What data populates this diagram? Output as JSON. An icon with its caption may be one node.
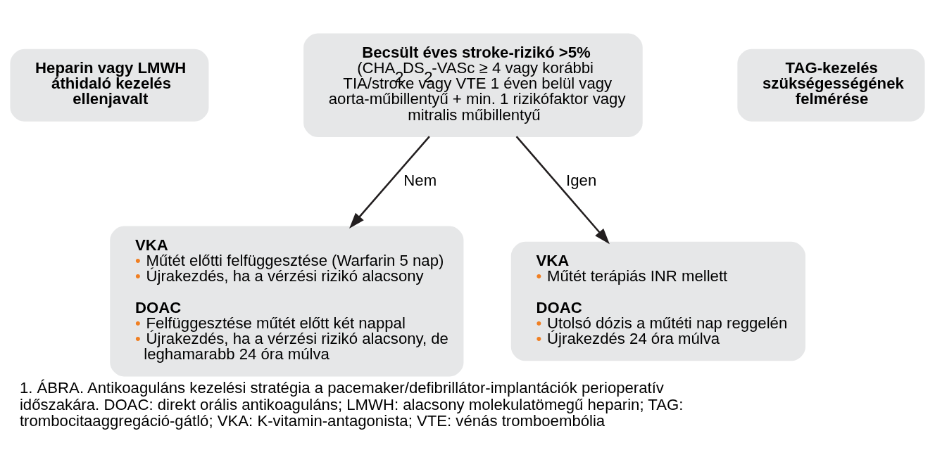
{
  "diagram": {
    "caption": "1. ÁBRA. Antikoaguláns kezelési stratégia a pacemaker/defibrillátor-implantációk perioperatív időszakára. DOAC: direkt orális antikoaguláns; LMWH: alacsony molekulatömegű heparin; TAG: trombocitaaggregáció-gátló; VKA: K-vitamin-antagonista; VTE: vénás tromboembólia",
    "nodes": [
      {
        "text": [
          "Heparin vagy LMWH áthidaló kezelés ellenjavalt"
        ]
      },
      {
        "text": [
          "Becsült éves stroke-rizikó >5%",
          "(CHA$_{2}$DS$_{2}$-VASc ≥ 4 vagy korábbi TIA/stroke vagy VTE 1 éven belül vagy aorta-műbillentyű + min. 1 rizikófaktor vagy mitralis műbillentyű"
        ]
      },
      {
        "text": [
          "TAG-kezelés szükségességének felmérése"
        ]
      },
      {
        "text": [
          "VKA",
          "• Műtét előtti felfüggesztése (Warfarin 5 nap)",
          "• Újrakezdés, ha a vérzési rizikó alacsony",
          "DOAC",
          "• Felfüggesztése műtét előtt két nappal",
          "• Újrakezdés, ha a vérzési rizikó alacsony, de leghamarabb 24 óra múlva"
        ]
      },
      {
        "text": [
          "VKA",
          "• Műtét terápiás INR mellett",
          "DOAC",
          "• Utolsó dózis a műtéti nap reggelén",
          "• Újrakezdés 24 óra múlva"
        ]
      }
    ],
    "edges": [
      {
        "from": 1,
        "to": 3,
        "arrow": "to",
        "label": "Nem"
      },
      {
        "from": 1,
        "to": 4,
        "arrow": "to",
        "label": "Igen"
      }
    ]
  }
}
